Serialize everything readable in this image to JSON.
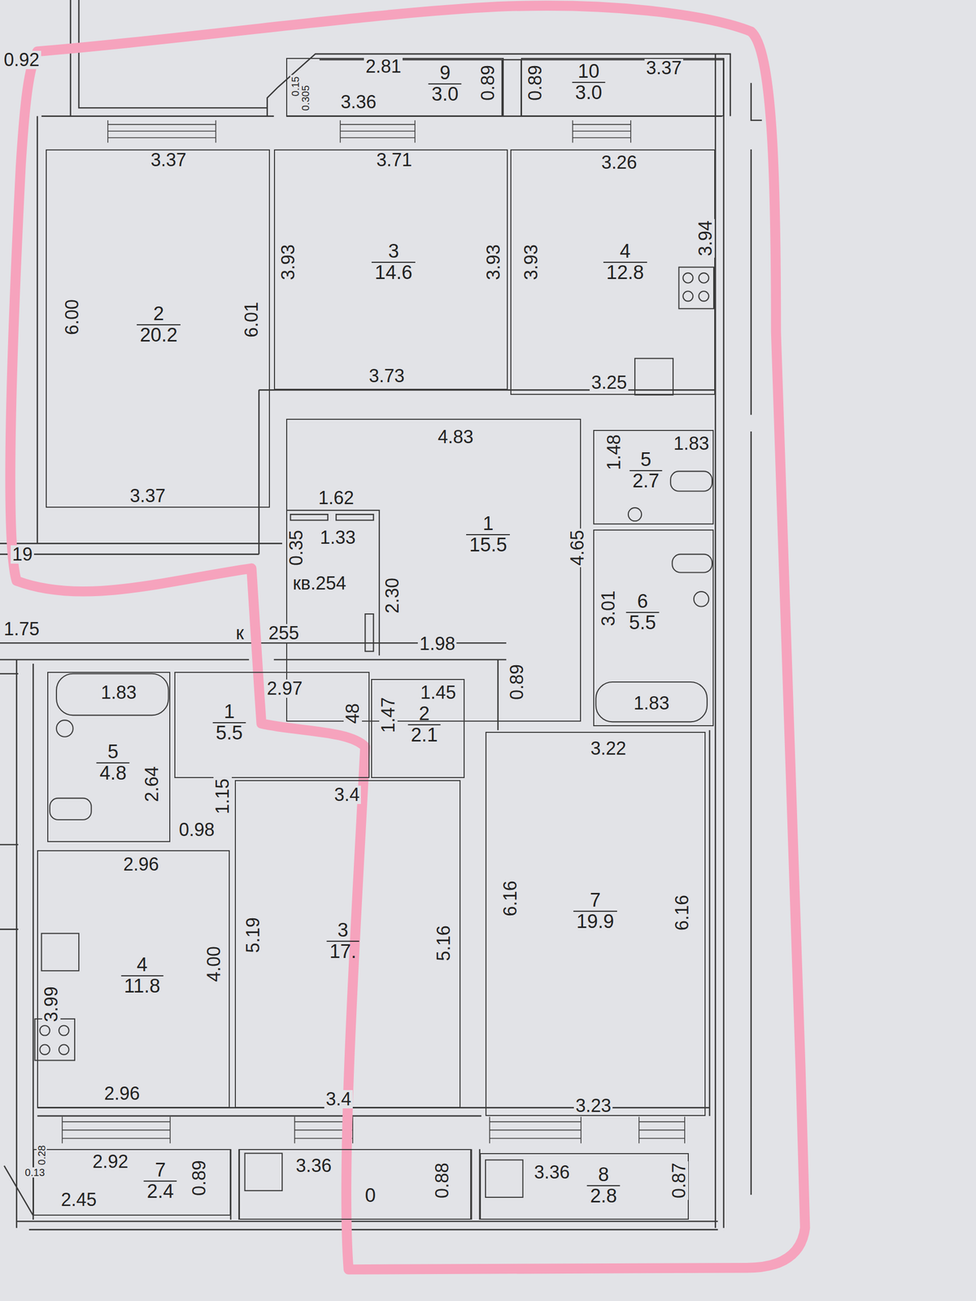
{
  "diagram": {
    "nodes": [
      {
        "text": [
          "2",
          "20.2"
        ]
      },
      {
        "text": [
          "3",
          "14.6"
        ]
      },
      {
        "text": [
          "4",
          "12.8"
        ]
      },
      {
        "text": [
          "9",
          "3.0"
        ]
      },
      {
        "text": [
          "10",
          "3.0"
        ]
      },
      {
        "text": [
          "1",
          "15.5"
        ]
      },
      {
        "text": [
          "5",
          "2.7"
        ]
      },
      {
        "text": [
          "6",
          "5.5"
        ]
      },
      {
        "text": [
          "7",
          "19.9"
        ]
      },
      {
        "text": [
          "8",
          "2.8"
        ]
      },
      {
        "text": [
          "1",
          "5.5"
        ]
      },
      {
        "text": [
          "2",
          "2.1"
        ]
      },
      {
        "text": [
          "3",
          "17."
        ]
      },
      {
        "text": [
          "4",
          "11.8"
        ]
      },
      {
        "text": [
          "5",
          "4.8"
        ]
      },
      {
        "text": [
          "7",
          "2.4"
        ]
      },
      {
        "text": [
          "0"
        ]
      }
    ],
    "labels": [
      "0.92",
      "19",
      "1.75",
      "2.81",
      "0.15",
      "0.305",
      "3.36",
      "0.89",
      "0.89",
      "3.37",
      "3.37",
      "3.71",
      "3.26",
      "3.93",
      "3.93",
      "3.93",
      "3.94",
      "6.00",
      "6.01",
      "3.73",
      "3.25",
      "4.83",
      "1.48",
      "1.83",
      "3.37",
      "1.62",
      "1.33",
      "0.35",
      "кв.254",
      "4.65",
      "2.30",
      "3.01",
      "к",
      "255",
      "1.98",
      "0.89",
      "1.83",
      "3.22",
      "1.83",
      "2.97",
      "48",
      "1.47",
      "1.45",
      "2.64",
      "1.15",
      "0.98",
      "3.4",
      "2.96",
      "5.19",
      "5.16",
      "6.16",
      "6.16",
      "4.00",
      "3.99",
      "2.96",
      "3.4",
      "3.23",
      "2.92",
      "3.36",
      "3.36",
      "0.89",
      "0.88",
      "0.87",
      "2.45",
      "0.28",
      "0.13"
    ]
  }
}
